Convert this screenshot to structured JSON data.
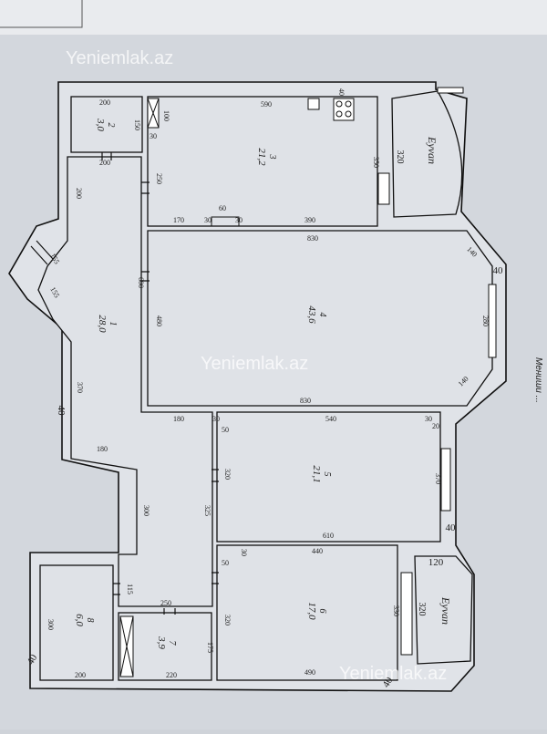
{
  "watermarks": [
    "Yeniemlak.az",
    "Yeniemlak.az",
    "Yeniemlak.az"
  ],
  "side_text": "Мениши ...",
  "rooms": [
    {
      "no": "1",
      "area": "28,0"
    },
    {
      "no": "2",
      "area": "3,0"
    },
    {
      "no": "3",
      "area": "21,2"
    },
    {
      "no": "4",
      "area": "43,6"
    },
    {
      "no": "5",
      "area": "21,1"
    },
    {
      "no": "6",
      "area": "17,0"
    },
    {
      "no": "7",
      "area": "3,9"
    },
    {
      "no": "8",
      "area": "6,0"
    }
  ],
  "balconies": [
    "Eyvan",
    "Eyvan"
  ],
  "dims": {
    "r2_top": "200",
    "r2_side": "150",
    "r2_bottom": "200",
    "r3_top": "590",
    "r3_100": "100",
    "r3_30a": "30",
    "r3_40": "40",
    "r3_250": "250",
    "r3_350": "350",
    "r3_170": "170",
    "r3_60": "60",
    "r3_30b": "30",
    "r3_30c": "30",
    "r3_390": "390",
    "balc1_320": "320",
    "r1_200": "200",
    "r1_155a": "155",
    "r1_155b": "155",
    "r1_600": "600",
    "r1_370": "370",
    "r1_40": "40",
    "r1_180a": "180",
    "r1_180b": "180",
    "r1_300": "300",
    "r1_325": "325",
    "r4_830a": "830",
    "r4_140a": "140",
    "r4_40": "40",
    "r4_480": "480",
    "r4_280": "280",
    "r4_140b": "140",
    "r4_830b": "830",
    "r5_30a": "30",
    "r5_540": "540",
    "r5_30b": "30",
    "r5_20": "20",
    "r5_50": "50",
    "r5_320": "320",
    "r5_370": "370",
    "r5_610": "610",
    "r5_40": "40",
    "r6_30": "30",
    "r6_440": "440",
    "r6_120": "120",
    "r6_50": "50",
    "r6_320": "320",
    "r6_330": "330",
    "r6_490": "490",
    "r6_40": "40",
    "balc2_320": "320",
    "r8_115": "115",
    "r8_300": "300",
    "r8_200": "200",
    "r8_40": "40",
    "r7_250": "250",
    "r7_175": "175",
    "r7_220": "220"
  }
}
